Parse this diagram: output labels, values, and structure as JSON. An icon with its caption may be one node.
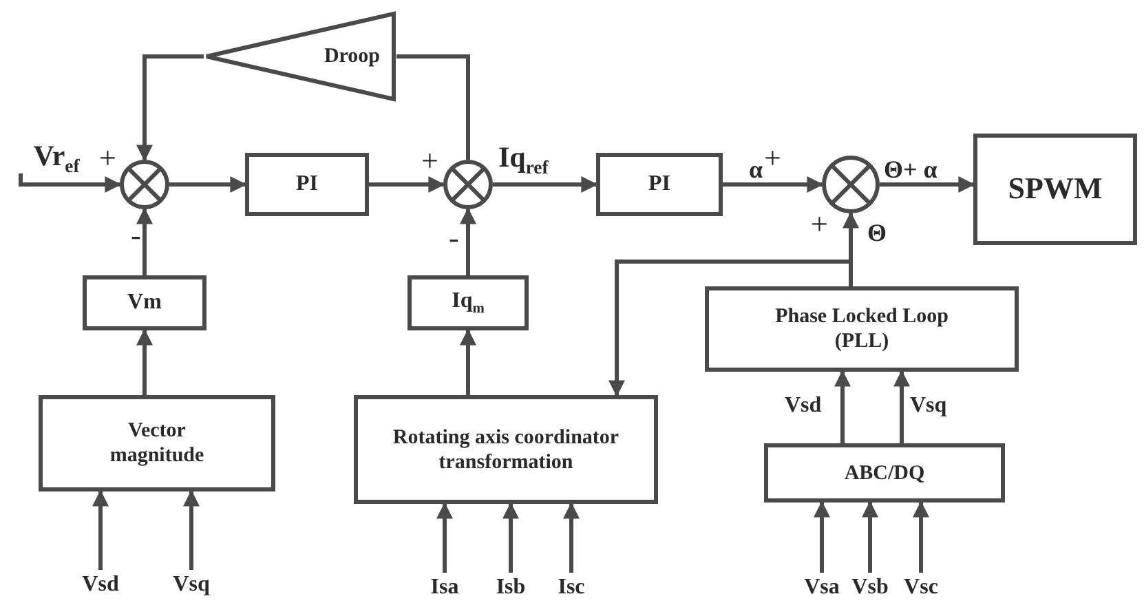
{
  "diagram": {
    "nodes": [
      {
        "text": [
          "Droop"
        ]
      },
      {
        "text": [
          "Vr$_{ef}$"
        ]
      },
      {
        "text": [],
        "shape": "circle"
      },
      {
        "text": [
          "PI"
        ]
      },
      {
        "text": [],
        "shape": "circle"
      },
      {
        "text": [
          "PI"
        ]
      },
      {
        "text": [],
        "shape": "circle"
      },
      {
        "text": [
          "SPWM"
        ]
      },
      {
        "text": [
          "Vm"
        ]
      },
      {
        "text": [
          "Iq$_{m}$"
        ]
      },
      {
        "text": [
          "Phase Locked Loop (PLL)"
        ]
      },
      {
        "text": [
          "Vector magnitude"
        ]
      },
      {
        "text": [
          "Rotating axis coordinator transformation"
        ]
      },
      {
        "text": [
          "ABC/DQ"
        ]
      },
      {
        "text": [
          "Vsd"
        ]
      },
      {
        "text": [
          "Vsq"
        ]
      },
      {
        "text": [
          "Isa"
        ]
      },
      {
        "text": [
          "Isb"
        ]
      },
      {
        "text": [
          "Isc"
        ]
      },
      {
        "text": [
          "Vsa"
        ]
      },
      {
        "text": [
          "Vsb"
        ]
      },
      {
        "text": [
          "Vsc"
        ]
      }
    ],
    "edges": [
      {
        "from": 1,
        "to": 2,
        "arrow": "to"
      },
      {
        "from": 0,
        "to": 2,
        "arrow": "to"
      },
      {
        "from": 8,
        "to": 2,
        "arrow": "to"
      },
      {
        "from": 2,
        "to": 3,
        "arrow": "to"
      },
      {
        "from": 3,
        "to": 4,
        "arrow": "to"
      },
      {
        "from": 4,
        "to": 0,
        "arrow": "none"
      },
      {
        "from": 9,
        "to": 4,
        "arrow": "to"
      },
      {
        "from": 4,
        "to": 5,
        "label": "Iq$_{ref}$",
        "arrow": "to"
      },
      {
        "from": 5,
        "to": 6,
        "label": "α",
        "arrow": "to"
      },
      {
        "from": 10,
        "to": 6,
        "label": "Θ",
        "arrow": "to"
      },
      {
        "from": 6,
        "to": 7,
        "label": "Θ+ α",
        "arrow": "to"
      },
      {
        "from": 10,
        "to": 12,
        "arrow": "to"
      },
      {
        "from": 11,
        "to": 8,
        "arrow": "to"
      },
      {
        "from": 12,
        "to": 9,
        "arrow": "to"
      },
      {
        "from": 13,
        "to": 10,
        "label": "Vsd",
        "arrow": "to"
      },
      {
        "from": 13,
        "to": 10,
        "label": "Vsq",
        "arrow": "to"
      },
      {
        "from": 14,
        "to": 11,
        "arrow": "to"
      },
      {
        "from": 15,
        "to": 11,
        "arrow": "to"
      },
      {
        "from": 16,
        "to": 12,
        "arrow": "to"
      },
      {
        "from": 17,
        "to": 12,
        "arrow": "to"
      },
      {
        "from": 18,
        "to": 12,
        "arrow": "to"
      },
      {
        "from": 19,
        "to": 13,
        "arrow": "to"
      },
      {
        "from": 20,
        "to": 13,
        "arrow": "to"
      },
      {
        "from": 21,
        "to": 13,
        "arrow": "to"
      }
    ],
    "labels": [
      "+",
      "+",
      "+",
      "-",
      "-",
      "+"
    ]
  }
}
